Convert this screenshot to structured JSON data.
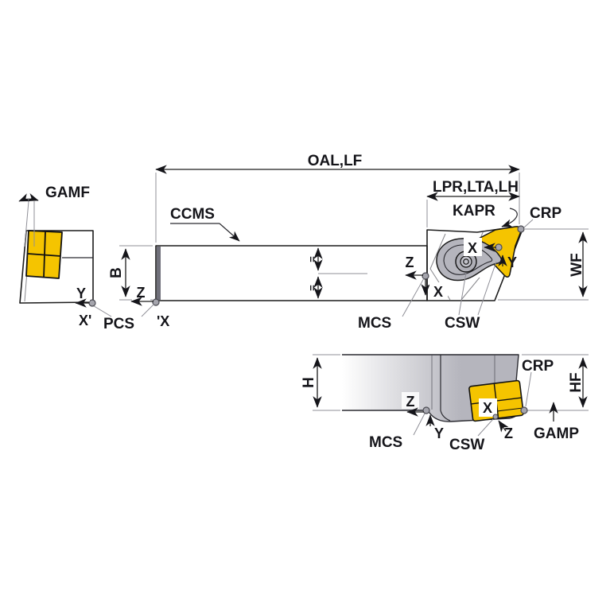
{
  "figure": {
    "type": "engineering-dimension-diagram",
    "subject": "Turning tool holder (shank tool) dimensional drawing, side view, end view and top view",
    "colors": {
      "body_gray": "#b5b5bd",
      "body_dark_edge": "#70707a",
      "insert_yellow": "#f5c400",
      "outline": "#1c1c1c",
      "thin_line": "#8f8f97",
      "background": "#ffffff"
    },
    "side": {
      "oal": "OAL,LF",
      "lpr": "LPR,LTA,LH",
      "kapr": "KAPR",
      "crp": "CRP",
      "wf": "WF",
      "ccms": "CCMS",
      "gamf": "GAMF",
      "b": "B",
      "pcs": "PCS",
      "mcs": "MCS",
      "csw": "CSW",
      "pcs_y": "Y",
      "pcs_x_end": "X'",
      "pcs_z": "Z",
      "pcs_x_shank": "'X",
      "mcs_z": "Z",
      "mcs_x": "X",
      "crp_x": "X",
      "crp_y": "Y",
      "eq1": "=",
      "eq2": "="
    },
    "top": {
      "h": "H",
      "hf": "HF",
      "crp": "CRP",
      "gamp": "GAMP",
      "mcs": "MCS",
      "csw": "CSW",
      "mcs_z": "Z",
      "mcs_y": "Y",
      "csw_z": "Z",
      "insert_x": "X"
    }
  }
}
